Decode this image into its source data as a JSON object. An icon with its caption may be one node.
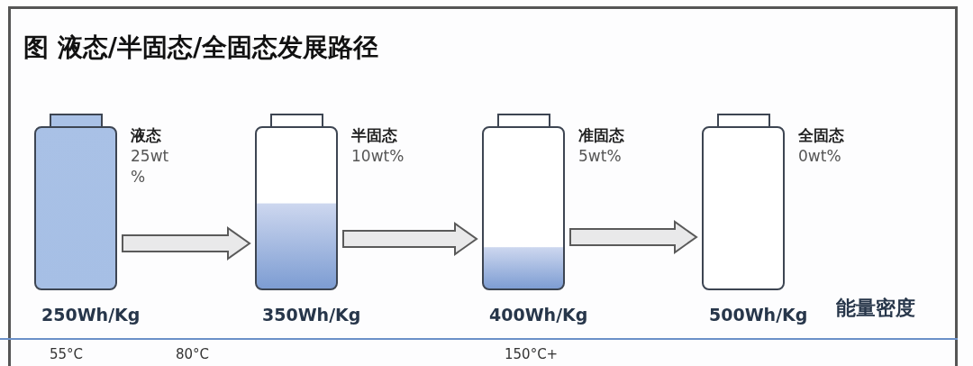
{
  "diagram": {
    "title": "图 液态/半固态/全固态发展路径",
    "nodes": [
      {
        "text": [],
        "shape": "battery",
        "beside": [
          "液态",
          "25wt %",
          "250Wh/Kg"
        ]
      },
      {
        "text": [],
        "shape": "battery",
        "beside": [
          "半固态",
          "10wt%",
          "350Wh/Kg"
        ]
      },
      {
        "text": [],
        "shape": "battery",
        "beside": [
          "准固态",
          "5wt%",
          "400Wh/Kg"
        ]
      },
      {
        "text": [],
        "shape": "battery",
        "beside": [
          "全固态",
          "0wt%",
          "500Wh/Kg"
        ]
      }
    ],
    "edges": [
      {
        "from": 0,
        "to": 1,
        "arrow": "to"
      },
      {
        "from": 1,
        "to": 2,
        "arrow": "to"
      },
      {
        "from": 2,
        "to": 3,
        "arrow": "to"
      }
    ],
    "labels": [
      "能量密度",
      "55°C",
      "80°C",
      "150°C+"
    ]
  }
}
